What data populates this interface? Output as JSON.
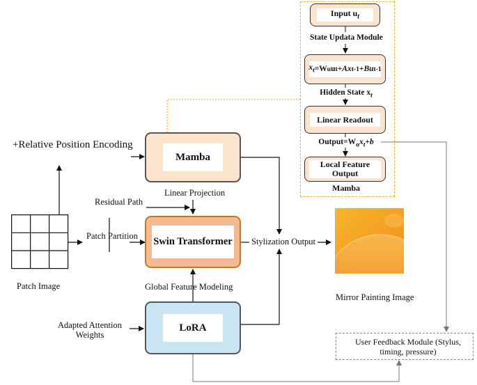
{
  "labels": {
    "relative_position": "+Relative Position Encoding",
    "linear_projection": "Linear Projection",
    "residual_path": "Residual Path",
    "patch_partition": "Patch Partition",
    "patch_image": "Patch Image",
    "global_feature": "Global Feature Modeling",
    "adapted_attention": "Adapted Attention\nWeights",
    "stylization_output": "Stylization Output",
    "mirror_painting": "Mirror Painting Image",
    "user_feedback": "User Feedback Module    (Stylus,\ntiming, pressure)"
  },
  "blocks": {
    "mamba": "Mamba",
    "swin": "Swin Transformer",
    "lora": "LoRA"
  },
  "mamba_detail": {
    "title": "Mamba",
    "input_main": "Input u",
    "input_sub": "t",
    "state_update": "State Updata Module",
    "hidden_state_main": "Hidden State x",
    "hidden_state_sub": "t",
    "linear_readout": "Linear Readout",
    "local_feature": "Local Feature\nOutput"
  },
  "colors": {
    "mamba_fill": "#fce3cc",
    "swin_fill": "#f4bb90",
    "lora_fill": "#c9e4f3",
    "detail_border": "#f2b21f",
    "feedback_border": "#8a8a8a"
  }
}
